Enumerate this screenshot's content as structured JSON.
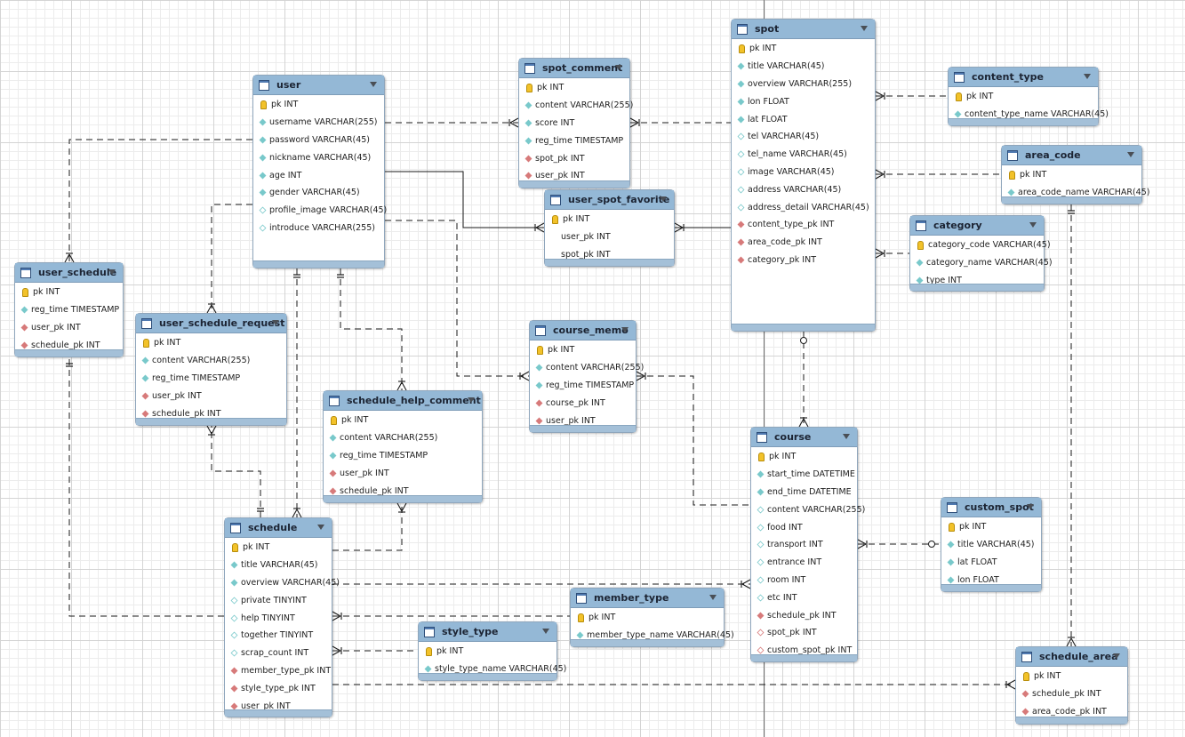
{
  "tables": [
    {
      "name": "user",
      "columns": [
        {
          "label": "pk INT",
          "kind": "pk"
        },
        {
          "label": "username VARCHAR(255)",
          "kind": "nn"
        },
        {
          "label": "password VARCHAR(45)",
          "kind": "nn"
        },
        {
          "label": "nickname VARCHAR(45)",
          "kind": "nn"
        },
        {
          "label": "age INT",
          "kind": "nn"
        },
        {
          "label": "gender VARCHAR(45)",
          "kind": "nn"
        },
        {
          "label": "profile_image VARCHAR(45)",
          "kind": "op"
        },
        {
          "label": "introduce VARCHAR(255)",
          "kind": "op"
        }
      ]
    },
    {
      "name": "spot_comment",
      "columns": [
        {
          "label": "pk INT",
          "kind": "pk"
        },
        {
          "label": "content VARCHAR(255)",
          "kind": "nn"
        },
        {
          "label": "score INT",
          "kind": "nn"
        },
        {
          "label": "reg_time TIMESTAMP",
          "kind": "nn"
        },
        {
          "label": "spot_pk INT",
          "kind": "fk"
        },
        {
          "label": "user_pk INT",
          "kind": "fk"
        }
      ]
    },
    {
      "name": "spot",
      "columns": [
        {
          "label": "pk INT",
          "kind": "pk"
        },
        {
          "label": "title VARCHAR(45)",
          "kind": "nn"
        },
        {
          "label": "overview VARCHAR(255)",
          "kind": "nn"
        },
        {
          "label": "lon FLOAT",
          "kind": "nn"
        },
        {
          "label": "lat FLOAT",
          "kind": "nn"
        },
        {
          "label": "tel VARCHAR(45)",
          "kind": "op"
        },
        {
          "label": "tel_name VARCHAR(45)",
          "kind": "op"
        },
        {
          "label": "image VARCHAR(45)",
          "kind": "op"
        },
        {
          "label": "address VARCHAR(45)",
          "kind": "op"
        },
        {
          "label": "address_detail VARCHAR(45)",
          "kind": "op"
        },
        {
          "label": "content_type_pk INT",
          "kind": "fk"
        },
        {
          "label": "area_code_pk INT",
          "kind": "fk"
        },
        {
          "label": "category_pk INT",
          "kind": "fk"
        }
      ]
    },
    {
      "name": "content_type",
      "columns": [
        {
          "label": "pk INT",
          "kind": "pk"
        },
        {
          "label": "content_type_name VARCHAR(45)",
          "kind": "nn"
        }
      ]
    },
    {
      "name": "area_code",
      "columns": [
        {
          "label": "pk INT",
          "kind": "pk"
        },
        {
          "label": "area_code_name VARCHAR(45)",
          "kind": "nn"
        }
      ]
    },
    {
      "name": "category",
      "columns": [
        {
          "label": "category_code VARCHAR(45)",
          "kind": "pk"
        },
        {
          "label": "category_name VARCHAR(45)",
          "kind": "nn"
        },
        {
          "label": "type INT",
          "kind": "nn"
        }
      ]
    },
    {
      "name": "user_spot_favorite",
      "columns": [
        {
          "label": "pk INT",
          "kind": "pk"
        },
        {
          "label": "user_pk INT",
          "kind": "none"
        },
        {
          "label": "spot_pk INT",
          "kind": "none"
        }
      ]
    },
    {
      "name": "user_schedule",
      "columns": [
        {
          "label": "pk INT",
          "kind": "pk"
        },
        {
          "label": "reg_time TIMESTAMP",
          "kind": "nn"
        },
        {
          "label": "user_pk INT",
          "kind": "fk"
        },
        {
          "label": "schedule_pk INT",
          "kind": "fk"
        }
      ]
    },
    {
      "name": "user_schedule_request",
      "columns": [
        {
          "label": "pk INT",
          "kind": "pk"
        },
        {
          "label": "content VARCHAR(255)",
          "kind": "nn"
        },
        {
          "label": "reg_time TIMESTAMP",
          "kind": "nn"
        },
        {
          "label": "user_pk INT",
          "kind": "fk"
        },
        {
          "label": "schedule_pk INT",
          "kind": "fk"
        }
      ]
    },
    {
      "name": "course_memo",
      "columns": [
        {
          "label": "pk INT",
          "kind": "pk"
        },
        {
          "label": "content VARCHAR(255)",
          "kind": "nn"
        },
        {
          "label": "reg_time TIMESTAMP",
          "kind": "nn"
        },
        {
          "label": "course_pk INT",
          "kind": "fk"
        },
        {
          "label": "user_pk INT",
          "kind": "fk"
        }
      ]
    },
    {
      "name": "schedule_help_comment",
      "columns": [
        {
          "label": "pk INT",
          "kind": "pk"
        },
        {
          "label": "content VARCHAR(255)",
          "kind": "nn"
        },
        {
          "label": "reg_time TIMESTAMP",
          "kind": "nn"
        },
        {
          "label": "user_pk INT",
          "kind": "fk"
        },
        {
          "label": "schedule_pk INT",
          "kind": "fk"
        }
      ]
    },
    {
      "name": "course",
      "columns": [
        {
          "label": "pk INT",
          "kind": "pk"
        },
        {
          "label": "start_time DATETIME",
          "kind": "nn"
        },
        {
          "label": "end_time DATETIME",
          "kind": "nn"
        },
        {
          "label": "content VARCHAR(255)",
          "kind": "op"
        },
        {
          "label": "food INT",
          "kind": "op"
        },
        {
          "label": "transport INT",
          "kind": "op"
        },
        {
          "label": "entrance INT",
          "kind": "op"
        },
        {
          "label": "room INT",
          "kind": "op"
        },
        {
          "label": "etc INT",
          "kind": "op"
        },
        {
          "label": "schedule_pk INT",
          "kind": "fk"
        },
        {
          "label": "spot_pk INT",
          "kind": "fko"
        },
        {
          "label": "custom_spot_pk INT",
          "kind": "fko"
        }
      ]
    },
    {
      "name": "custom_spot",
      "columns": [
        {
          "label": "pk INT",
          "kind": "pk"
        },
        {
          "label": "title VARCHAR(45)",
          "kind": "nn"
        },
        {
          "label": "lat FLOAT",
          "kind": "nn"
        },
        {
          "label": "lon FLOAT",
          "kind": "nn"
        }
      ]
    },
    {
      "name": "schedule",
      "columns": [
        {
          "label": "pk INT",
          "kind": "pk"
        },
        {
          "label": "title VARCHAR(45)",
          "kind": "nn"
        },
        {
          "label": "overview VARCHAR(45)",
          "kind": "nn"
        },
        {
          "label": "private TINYINT",
          "kind": "op"
        },
        {
          "label": "help TINYINT",
          "kind": "op"
        },
        {
          "label": "together TINYINT",
          "kind": "op"
        },
        {
          "label": "scrap_count INT",
          "kind": "op"
        },
        {
          "label": "member_type_pk INT",
          "kind": "fk"
        },
        {
          "label": "style_type_pk INT",
          "kind": "fk"
        },
        {
          "label": "user_pk INT",
          "kind": "fk"
        }
      ]
    },
    {
      "name": "member_type",
      "columns": [
        {
          "label": "pk INT",
          "kind": "pk"
        },
        {
          "label": "member_type_name VARCHAR(45)",
          "kind": "nn"
        }
      ]
    },
    {
      "name": "style_type",
      "columns": [
        {
          "label": "pk INT",
          "kind": "pk"
        },
        {
          "label": "style_type_name VARCHAR(45)",
          "kind": "nn"
        }
      ]
    },
    {
      "name": "schedule_area",
      "columns": [
        {
          "label": "pk INT",
          "kind": "pk"
        },
        {
          "label": "schedule_pk INT",
          "kind": "fk"
        },
        {
          "label": "area_code_pk INT",
          "kind": "fk"
        }
      ]
    }
  ],
  "relationships": [
    {
      "parent": "user",
      "child": "spot_comment",
      "identifying": false
    },
    {
      "parent": "spot",
      "child": "spot_comment",
      "identifying": false
    },
    {
      "parent": "user",
      "child": "user_spot_favorite",
      "identifying": true
    },
    {
      "parent": "spot",
      "child": "user_spot_favorite",
      "identifying": true
    },
    {
      "parent": "content_type",
      "child": "spot",
      "identifying": false
    },
    {
      "parent": "area_code",
      "child": "spot",
      "identifying": false
    },
    {
      "parent": "category",
      "child": "spot",
      "identifying": false
    },
    {
      "parent": "user",
      "child": "user_schedule",
      "identifying": false
    },
    {
      "parent": "user",
      "child": "user_schedule_request",
      "identifying": false
    },
    {
      "parent": "user",
      "child": "schedule",
      "identifying": false
    },
    {
      "parent": "user",
      "child": "schedule_help_comment",
      "identifying": false
    },
    {
      "parent": "user",
      "child": "course_memo",
      "identifying": false
    },
    {
      "parent": "course",
      "child": "course_memo",
      "identifying": false
    },
    {
      "parent": "spot",
      "child": "course",
      "identifying": false,
      "optional": true
    },
    {
      "parent": "custom_spot",
      "child": "course",
      "identifying": false,
      "optional": true
    },
    {
      "parent": "schedule",
      "child": "course",
      "identifying": false
    },
    {
      "parent": "schedule",
      "child": "user_schedule",
      "identifying": false
    },
    {
      "parent": "schedule",
      "child": "user_schedule_request",
      "identifying": false
    },
    {
      "parent": "schedule",
      "child": "schedule_help_comment",
      "identifying": false
    },
    {
      "parent": "member_type",
      "child": "schedule",
      "identifying": false
    },
    {
      "parent": "style_type",
      "child": "schedule",
      "identifying": false
    },
    {
      "parent": "schedule",
      "child": "schedule_area",
      "identifying": false
    },
    {
      "parent": "area_code",
      "child": "schedule_area",
      "identifying": false
    }
  ]
}
